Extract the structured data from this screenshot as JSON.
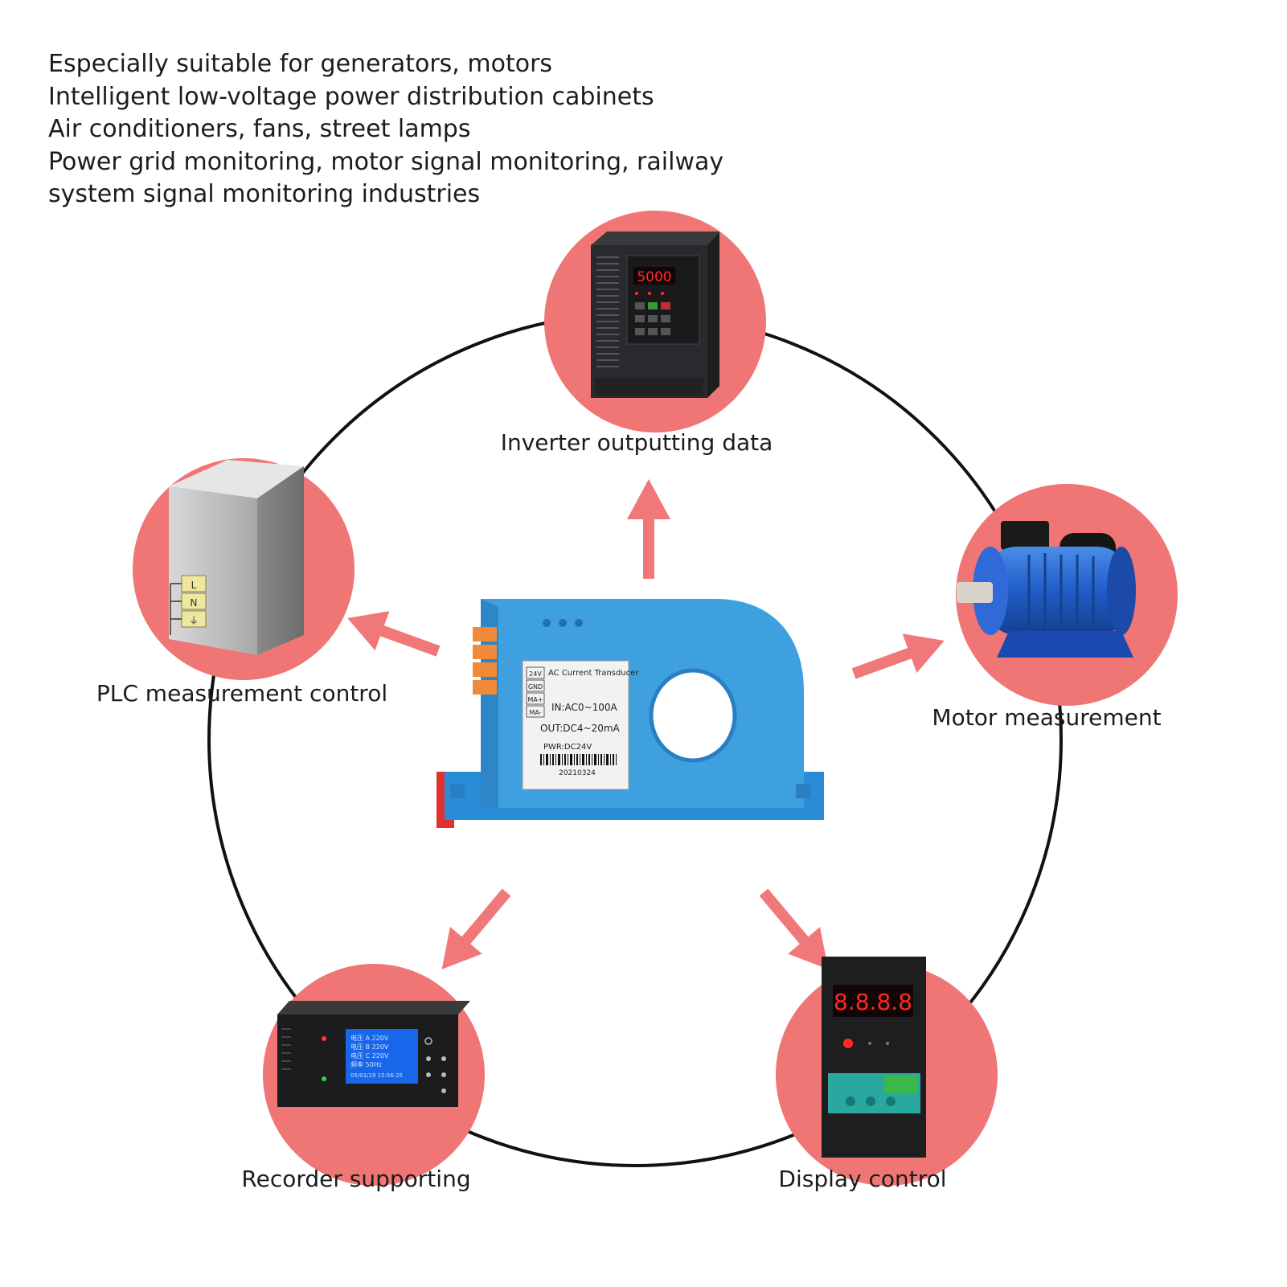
{
  "intro_lines": [
    "Especially suitable for generators, motors",
    "Intelligent low-voltage power distribution cabinets",
    "Air conditioners, fans, street lamps",
    "Power grid monitoring, motor signal monitoring, railway",
    "system signal monitoring industries"
  ],
  "nodes": {
    "inverter": "Inverter outputting data",
    "plc": "PLC measurement control",
    "motor": "Motor measurement",
    "recorder": "Recorder supporting",
    "display": "Display control"
  },
  "device": {
    "title": "AC Current Transducer",
    "terminals": [
      "24V",
      "GND",
      "MA+",
      "MA-"
    ],
    "input": "IN:AC0~100A",
    "output": "OUT:DC4~20mA",
    "power": "PWR:DC24V",
    "serial": "20210324"
  },
  "inverter_display": "5000",
  "meter_display": "8.8.8.8",
  "plc_box_labels": [
    "L",
    "N",
    "⏚"
  ],
  "recorder_screen": [
    "电压 A   220V",
    "电压 B   220V",
    "电压 C   220V",
    "频率     50Hz",
    "05/01/19 15:56:25"
  ],
  "colors": {
    "circle_fill": "#f07575",
    "arrow": "#f07878",
    "ring": "#111111",
    "device_blue": "#3fa0e0",
    "terminal_orange": "#f08a3a"
  }
}
